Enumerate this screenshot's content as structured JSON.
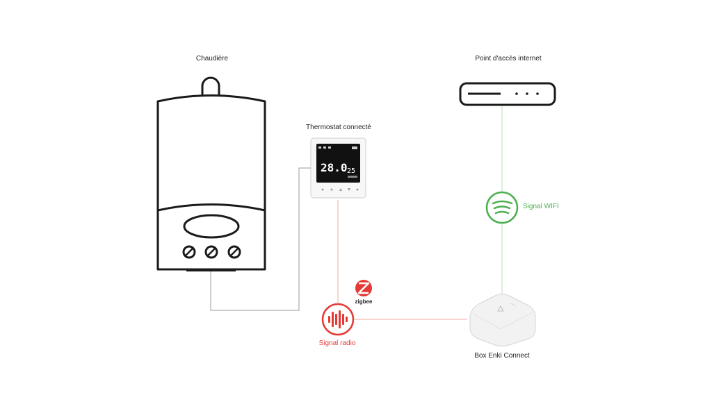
{
  "boiler": {
    "label": "Chaudière",
    "icon": "boiler-icon"
  },
  "thermostat": {
    "label": "Thermostat connecté",
    "icon": "thermostat-icon",
    "screen_temp": "28.0",
    "screen_temp_secondary": "25"
  },
  "router": {
    "label": "Point d'accès internet",
    "icon": "router-icon"
  },
  "wifi": {
    "label": "Signal WIFI",
    "icon": "wifi-icon",
    "color": "#4caf50"
  },
  "radio": {
    "label": "Signal radio",
    "icon": "radio-signal-icon",
    "color": "#e53935"
  },
  "zigbee": {
    "label": "zigbee",
    "icon": "zigbee-logo-icon",
    "color": "#e53935"
  },
  "box": {
    "label": "Box Enki Connect",
    "icon": "hub-box-icon"
  },
  "colors": {
    "wire": "#9a9a9a",
    "radio_line": "#f4a79a",
    "wifi_line": "#b9dfb0",
    "outline": "#1a1a1a"
  }
}
